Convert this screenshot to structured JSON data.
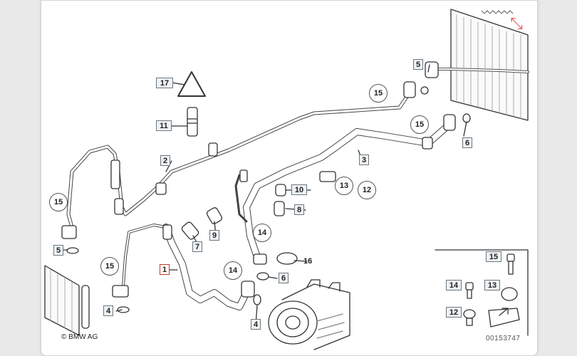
{
  "diagram": {
    "copyright": "© BMW AG",
    "image_code": "00153747",
    "labels": {
      "p1": "1",
      "p2": "2",
      "p3": "3",
      "p4a": "4",
      "p4b": "4",
      "p5a": "5",
      "p5b": "5",
      "p6a": "6",
      "p6b": "6",
      "p7": "7",
      "p8": "8",
      "p9": "9",
      "p10": "10",
      "p11": "11",
      "p12": "12",
      "p12b": "12",
      "p13": "13",
      "p13b": "13",
      "p14a": "14",
      "p14b": "14",
      "p14c": "14",
      "p15a": "15",
      "p15b": "15",
      "p15c": "15",
      "p15d": "15",
      "p15e": "15",
      "p16": "16",
      "p17": "17"
    },
    "expand_icon": "expand-icon"
  }
}
